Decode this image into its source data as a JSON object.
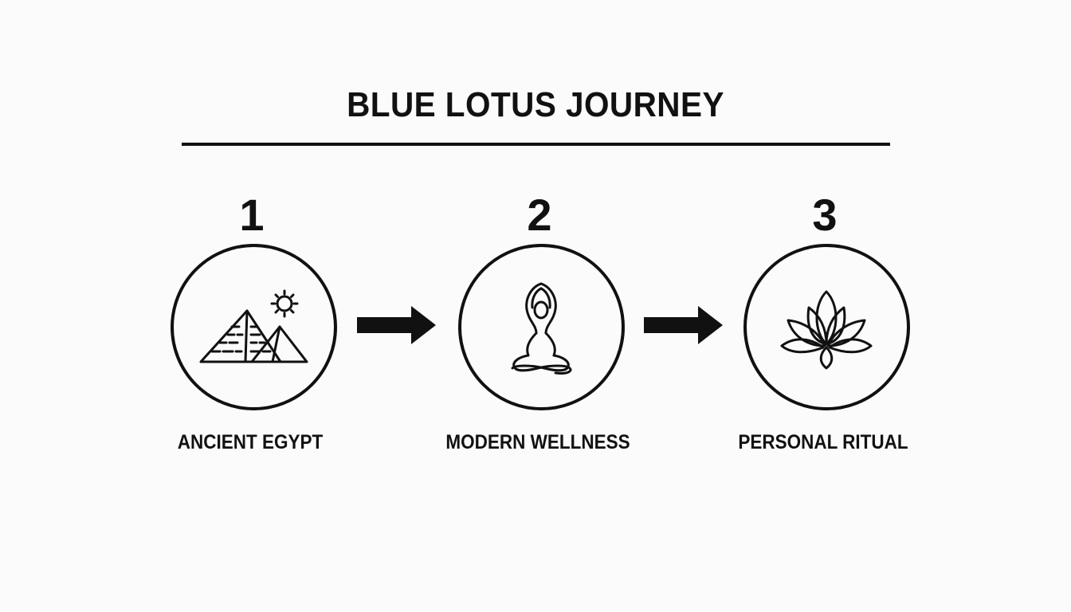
{
  "title": "BLUE LOTUS JOURNEY",
  "steps": [
    {
      "number": "1",
      "label": "ANCIENT EGYPT",
      "icon": "pyramids-sun-icon"
    },
    {
      "number": "2",
      "label": "MODERN WELLNESS",
      "icon": "meditation-figure-icon"
    },
    {
      "number": "3",
      "label": "PERSONAL RITUAL",
      "icon": "lotus-flower-icon"
    }
  ],
  "connectors": [
    "arrow-right-icon",
    "arrow-right-icon"
  ],
  "colors": {
    "ink": "#111111",
    "background": "#fbfbfb"
  }
}
